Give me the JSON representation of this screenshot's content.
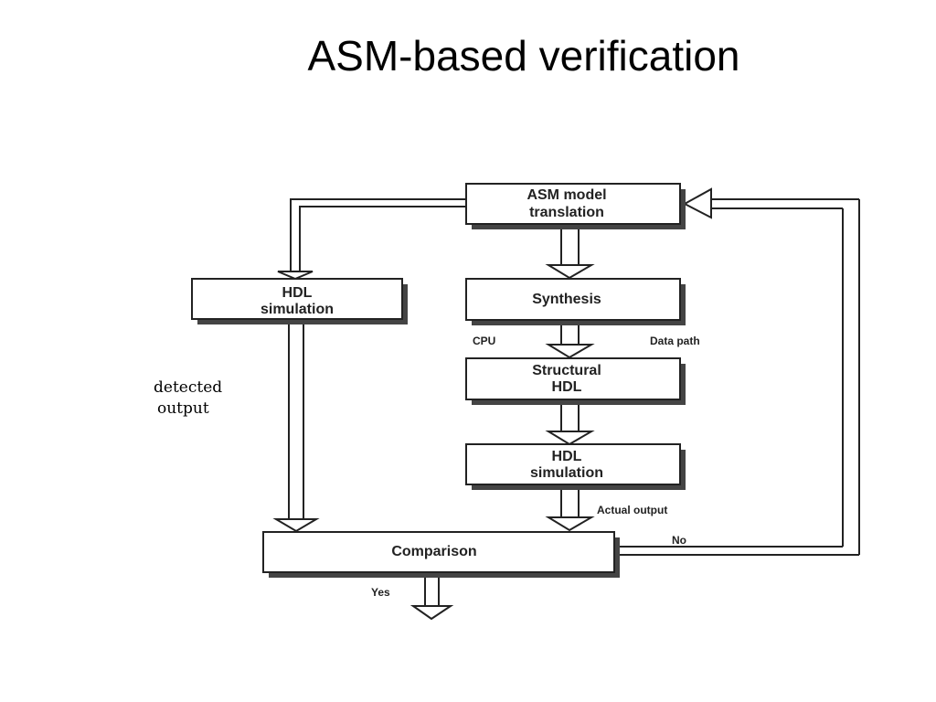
{
  "slide": {
    "title": "ASM-based verification"
  },
  "diagram": {
    "boxes": {
      "asm_model_translation": [
        "ASM model",
        "translation"
      ],
      "hdl_simulation_left": [
        "HDL",
        "simulation"
      ],
      "synthesis": [
        "Synthesis"
      ],
      "structural_hdl": [
        "Structural",
        "HDL"
      ],
      "hdl_simulation_right": [
        "HDL",
        "simulation"
      ],
      "comparison": [
        "Comparison"
      ]
    },
    "labels": {
      "cpu": "CPU",
      "data_path": "Data path",
      "detected_output": [
        "detected",
        "output"
      ],
      "actual_output": "Actual output",
      "no": "No",
      "yes": "Yes"
    }
  }
}
